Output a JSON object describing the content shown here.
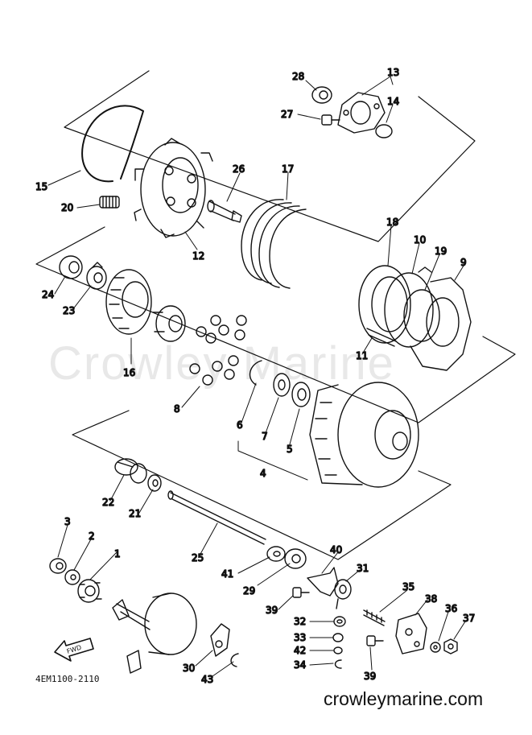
{
  "watermark": "Crowley Marine",
  "website": "crowleymarine.com",
  "drawing_code": "4EM1100-2110",
  "fwd_label": "FWD",
  "callouts": {
    "c1": "1",
    "c2": "2",
    "c3": "3",
    "c4": "4",
    "c5": "5",
    "c6": "6",
    "c7": "7",
    "c8": "8",
    "c9": "9",
    "c10": "10",
    "c11": "11",
    "c12": "12",
    "c13": "13",
    "c14": "14",
    "c15": "15",
    "c16": "16",
    "c17": "17",
    "c18": "18",
    "c19": "19",
    "c20": "20",
    "c21": "21",
    "c22": "22",
    "c23": "23",
    "c24": "24",
    "c25": "25",
    "c26": "26",
    "c27": "27",
    "c28": "28",
    "c29": "29",
    "c30": "30",
    "c31": "31",
    "c32": "32",
    "c33": "33",
    "c34": "34",
    "c35": "35",
    "c36": "36",
    "c37": "37",
    "c38": "38",
    "c39a": "39",
    "c39b": "39",
    "c40": "40",
    "c41": "41",
    "c42": "42",
    "c43": "43"
  }
}
